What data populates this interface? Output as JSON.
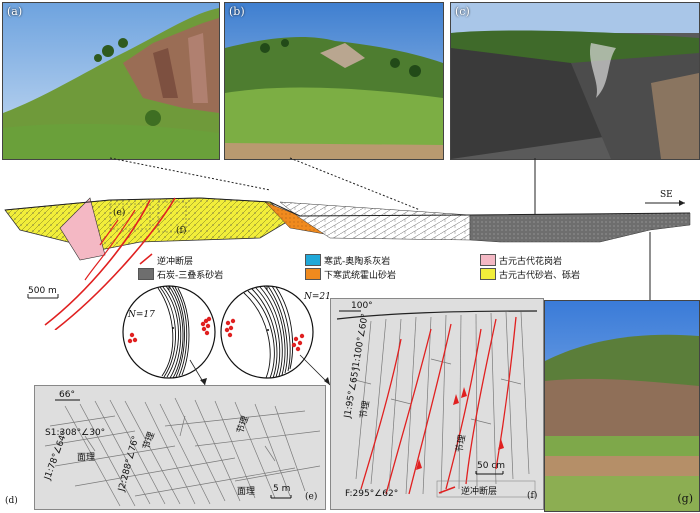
{
  "photos": {
    "a": {
      "label": "(a)"
    },
    "b": {
      "label": "(b)"
    },
    "c": {
      "label": "(c)"
    },
    "g": {
      "label": "(g)"
    }
  },
  "section": {
    "label_e": "(e)",
    "label_f": "(f)",
    "direction": "SE",
    "scale": "500 m"
  },
  "legend": {
    "thrust": "逆冲断层",
    "carb_perm": "石炭-三叠系砂岩",
    "cambro_ord": "寒武-奥陶系灰岩",
    "lower_camb": "下寒武统霍山砂岩",
    "granite": "古元古代花岗岩",
    "sandstone": "古元古代砂岩、砾岩"
  },
  "stereonets": {
    "left_n": "N=17",
    "right_n": "N=21"
  },
  "panel_e": {
    "label": "(e)",
    "panel_d": "(d)",
    "orientation": "66°",
    "s1": "S1:308°∠30°",
    "j1": "J1:78°∠64°",
    "j2": "J2:288°∠76°",
    "jieli1": "节理",
    "jieli2": "节理",
    "mianli1": "面理",
    "mianli2": "面理",
    "scale": "5 m"
  },
  "panel_f": {
    "label": "(f)",
    "orientation": "100°",
    "j1a": "J1:100°∠60°",
    "j1b": "J1:95°∠65°",
    "jieli1": "节理",
    "jieli2": "节理",
    "scale": "50 cm",
    "f": "F:295°∠62°",
    "legend": "逆冲断层"
  },
  "colors": {
    "sandstone": "#f2ee3a",
    "granite": "#f4b8c4",
    "fault": "#e02020",
    "carb": "#6e6e6e",
    "lower_camb": "#f08a1e",
    "limestone": "#20a8d8"
  }
}
